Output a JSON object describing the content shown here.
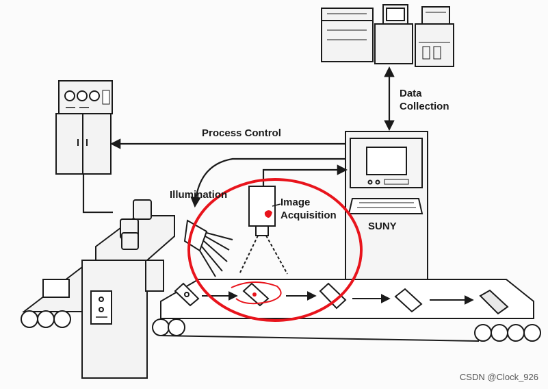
{
  "labels": {
    "data_collection_line1": "Data",
    "data_collection_line2": "Collection",
    "process_control": "Process Control",
    "illumination": "Illumination",
    "image_acquisition_line1": "Image",
    "image_acquisition_line2": "Acquisition",
    "suny": "SUNY"
  },
  "watermark": "CSDN @Clock_926",
  "colors": {
    "ink": "#1a1a1a",
    "highlight": "#e8141c",
    "background": "#fbfbfb"
  }
}
